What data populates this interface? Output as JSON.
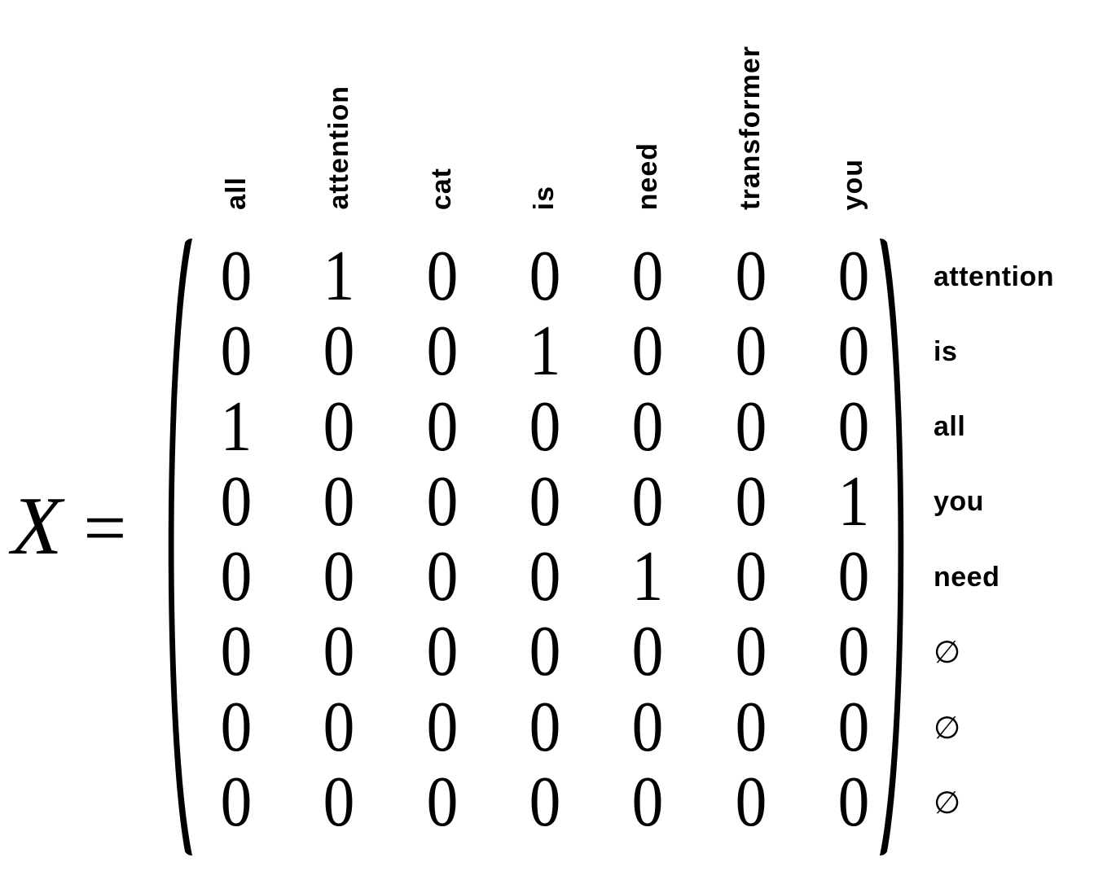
{
  "figure": {
    "description": "one-hot encoded token matrix equation",
    "equation": {
      "lhs_symbol": "X",
      "equals": "="
    },
    "matrix": {
      "column_labels": [
        "all",
        "attention",
        "cat",
        "is",
        "need",
        "transformer",
        "you"
      ],
      "row_labels": [
        "attention",
        "is",
        "all",
        "you",
        "need",
        "∅",
        "∅",
        "∅"
      ],
      "empty_symbol": "∅",
      "values": [
        [
          0,
          1,
          0,
          0,
          0,
          0,
          0
        ],
        [
          0,
          0,
          0,
          1,
          0,
          0,
          0
        ],
        [
          1,
          0,
          0,
          0,
          0,
          0,
          0
        ],
        [
          0,
          0,
          0,
          0,
          0,
          0,
          1
        ],
        [
          0,
          0,
          0,
          0,
          1,
          0,
          0
        ],
        [
          0,
          0,
          0,
          0,
          0,
          0,
          0
        ],
        [
          0,
          0,
          0,
          0,
          0,
          0,
          0
        ],
        [
          0,
          0,
          0,
          0,
          0,
          0,
          0
        ]
      ]
    },
    "colors": {
      "text": "#000000",
      "background": "#ffffff"
    }
  },
  "chart_data": {
    "type": "table",
    "columns": [
      "all",
      "attention",
      "cat",
      "is",
      "need",
      "transformer",
      "you"
    ],
    "rows": [
      "attention",
      "is",
      "all",
      "you",
      "need",
      "∅",
      "∅",
      "∅"
    ],
    "values": [
      [
        0,
        1,
        0,
        0,
        0,
        0,
        0
      ],
      [
        0,
        0,
        0,
        1,
        0,
        0,
        0
      ],
      [
        1,
        0,
        0,
        0,
        0,
        0,
        0
      ],
      [
        0,
        0,
        0,
        0,
        0,
        0,
        1
      ],
      [
        0,
        0,
        0,
        0,
        1,
        0,
        0
      ],
      [
        0,
        0,
        0,
        0,
        0,
        0,
        0
      ],
      [
        0,
        0,
        0,
        0,
        0,
        0,
        0
      ],
      [
        0,
        0,
        0,
        0,
        0,
        0,
        0
      ]
    ]
  }
}
